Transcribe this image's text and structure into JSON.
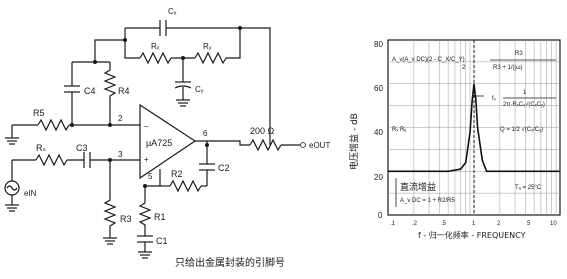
{
  "circuit": {
    "components": {
      "cx": "Cₓ",
      "rx": "Rₓ",
      "ry": "Rᵧ",
      "cy": "Cᵧ",
      "c4": "C4",
      "r4": "R4",
      "r5": "R5",
      "rs": "Rₛ",
      "c3": "C3",
      "r3": "R3",
      "r1": "R1",
      "c1": "C1",
      "r2": "R2",
      "c2": "C2",
      "r200": "200 Ω"
    },
    "opamp": "μA725",
    "pins": {
      "p2": "2",
      "p3": "3",
      "p5": "5",
      "p6": "6"
    },
    "labels": {
      "ein": "eIN",
      "eout": "eOUT"
    },
    "caption": "只给出金属封装的引脚号"
  },
  "graph": {
    "ylabel": "电压增益 - dB",
    "xlabel": "f - 归一化频率 - FREQUENCY",
    "y_ticks": [
      "80",
      "60",
      "40",
      "20",
      "0"
    ],
    "x_ticks": [
      ".1",
      ".2",
      ".5",
      "1",
      "2",
      "5",
      "10"
    ],
    "formula": {
      "line1": "A_v(A_v DC)(2 - C_X/C_Y)",
      "line1b": "2",
      "line2": "R3",
      "line3": "R3 + 1/(jω)",
      "f0_a": "f₀",
      "f0_b": "1",
      "f0_c": "2π·RₓCₓ√(CₓCᵧ)",
      "q_label": "Q = 1/2 √(Cₓ/Cᵧ)",
      "r_text": "Rₓ  Rᵧ",
      "dc_gain_cn": "直流增益",
      "dc_gain_expr": "A_v DC = 1 + R2/R5",
      "ta": "Tₐ = 25°C"
    },
    "chart_data": {
      "type": "line",
      "title": "",
      "xlabel": "f - 归一化频率 - FREQUENCY",
      "ylabel": "电压增益 - dB",
      "x_scale": "log",
      "xlim": [
        0.1,
        10
      ],
      "ylim": [
        0,
        80
      ],
      "grid": true,
      "series": [
        {
          "x": [
            0.1,
            0.3,
            0.5,
            0.7,
            0.8,
            0.9,
            0.95,
            1.0,
            1.05,
            1.1,
            1.25,
            1.4,
            2,
            5,
            10
          ],
          "values": [
            20,
            20,
            20,
            21,
            24,
            38,
            52,
            60,
            53,
            40,
            25,
            20,
            20,
            20,
            20
          ]
        }
      ]
    }
  }
}
